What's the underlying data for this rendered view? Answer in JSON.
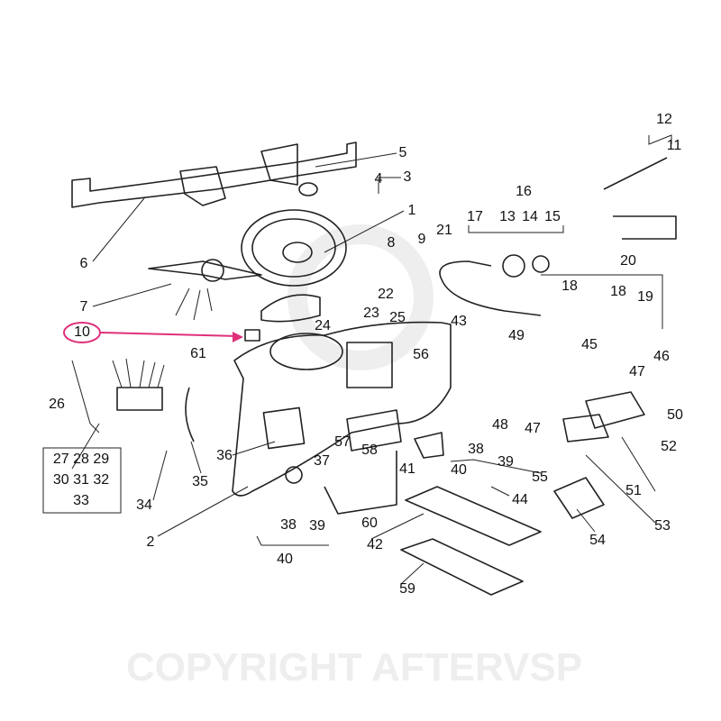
{
  "watermark": "COPYRIGHT AFTERVSP",
  "highlight_color": "#e0307a",
  "highlighted_label": "10",
  "labels": [
    {
      "id": "5",
      "t": "5"
    },
    {
      "id": "3",
      "t": "3"
    },
    {
      "id": "4",
      "t": "4"
    },
    {
      "id": "1",
      "t": "1"
    },
    {
      "id": "6",
      "t": "6"
    },
    {
      "id": "7",
      "t": "7"
    },
    {
      "id": "8",
      "t": "8"
    },
    {
      "id": "9",
      "t": "9"
    },
    {
      "id": "21",
      "t": "21"
    },
    {
      "id": "22",
      "t": "22"
    },
    {
      "id": "23",
      "t": "23"
    },
    {
      "id": "24",
      "t": "24"
    },
    {
      "id": "25",
      "t": "25"
    },
    {
      "id": "10",
      "t": "10"
    },
    {
      "id": "16",
      "t": "16"
    },
    {
      "id": "17",
      "t": "17"
    },
    {
      "id": "13",
      "t": "13"
    },
    {
      "id": "14",
      "t": "14"
    },
    {
      "id": "15",
      "t": "15"
    },
    {
      "id": "12",
      "t": "12"
    },
    {
      "id": "11",
      "t": "11"
    },
    {
      "id": "20",
      "t": "20"
    },
    {
      "id": "18a",
      "t": "18"
    },
    {
      "id": "18b",
      "t": "18"
    },
    {
      "id": "19",
      "t": "19"
    },
    {
      "id": "43",
      "t": "43"
    },
    {
      "id": "49",
      "t": "49"
    },
    {
      "id": "45",
      "t": "45"
    },
    {
      "id": "46",
      "t": "46"
    },
    {
      "id": "47a",
      "t": "47"
    },
    {
      "id": "61",
      "t": "61"
    },
    {
      "id": "56",
      "t": "56"
    },
    {
      "id": "26",
      "t": "26"
    },
    {
      "id": "r1",
      "t": "27 28 29"
    },
    {
      "id": "r2",
      "t": "30 31 32"
    },
    {
      "id": "r3",
      "t": "33"
    },
    {
      "id": "50",
      "t": "50"
    },
    {
      "id": "52",
      "t": "52"
    },
    {
      "id": "48",
      "t": "48"
    },
    {
      "id": "47b",
      "t": "47"
    },
    {
      "id": "57",
      "t": "57"
    },
    {
      "id": "58",
      "t": "58"
    },
    {
      "id": "36",
      "t": "36"
    },
    {
      "id": "37",
      "t": "37"
    },
    {
      "id": "38a",
      "t": "38"
    },
    {
      "id": "39a",
      "t": "39"
    },
    {
      "id": "40a",
      "t": "40"
    },
    {
      "id": "41",
      "t": "41"
    },
    {
      "id": "55",
      "t": "55"
    },
    {
      "id": "34",
      "t": "34"
    },
    {
      "id": "35",
      "t": "35"
    },
    {
      "id": "44",
      "t": "44"
    },
    {
      "id": "51",
      "t": "51"
    },
    {
      "id": "53",
      "t": "53"
    },
    {
      "id": "38b",
      "t": "38"
    },
    {
      "id": "39b",
      "t": "39"
    },
    {
      "id": "60",
      "t": "60"
    },
    {
      "id": "40b",
      "t": "40"
    },
    {
      "id": "2",
      "t": "2"
    },
    {
      "id": "42",
      "t": "42"
    },
    {
      "id": "54",
      "t": "54"
    },
    {
      "id": "59",
      "t": "59"
    }
  ]
}
